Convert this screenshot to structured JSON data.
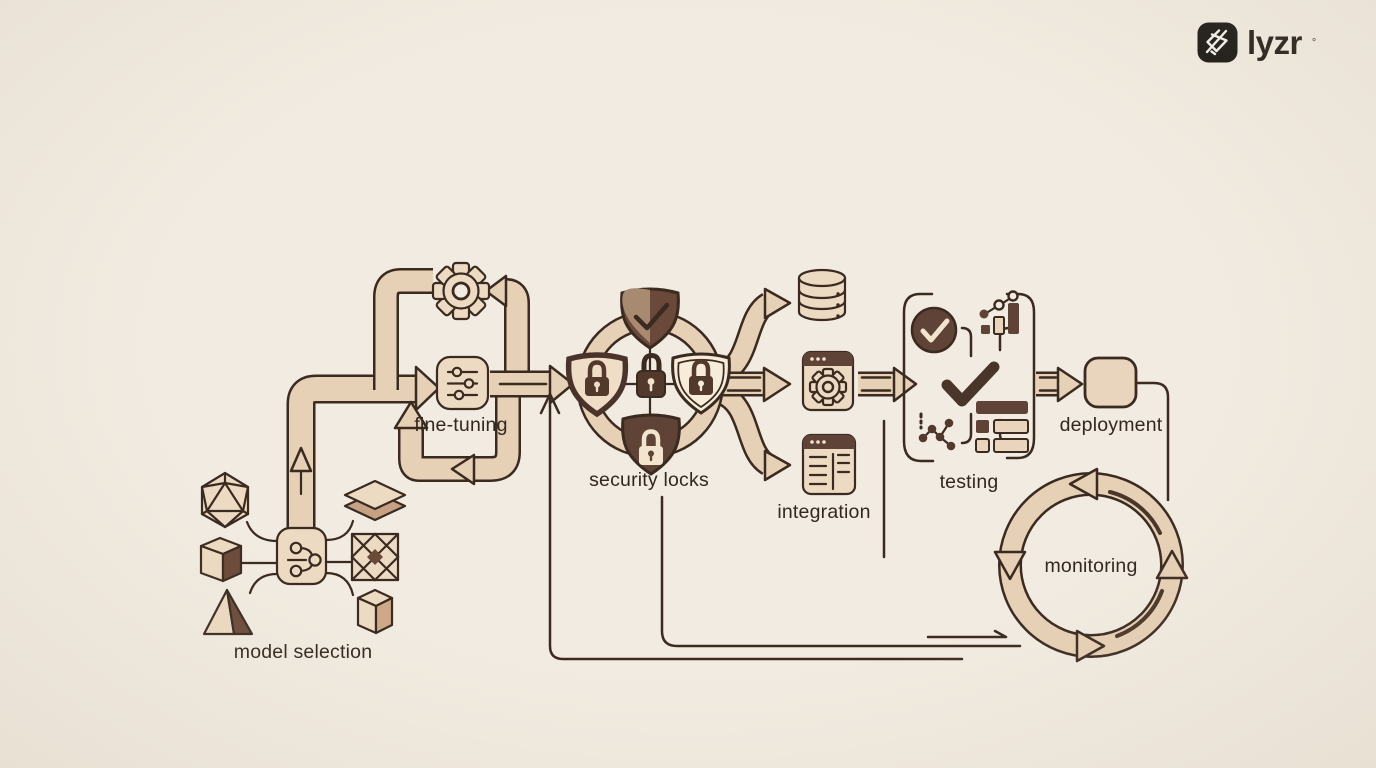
{
  "logo": {
    "text": "lyzr",
    "trademark": "°"
  },
  "stages": [
    {
      "id": "model-selection",
      "label": "model selection",
      "icons": [
        "icosahedron-icon",
        "cube-icon",
        "pyramid-icon",
        "layers-icon",
        "x-square-icon",
        "cube-icon",
        "branch-node-icon"
      ]
    },
    {
      "id": "fine-tuning",
      "label": "fine-tuning",
      "icons": [
        "sliders-box-icon",
        "gear-icon",
        "loop-pipes"
      ]
    },
    {
      "id": "security-locks",
      "label": "security locks",
      "icons": [
        "shield-check-icon",
        "shield-lock-icon",
        "shield-lock-icon",
        "shield-lock-icon",
        "padlock-icon",
        "ring"
      ]
    },
    {
      "id": "integration",
      "label": "integration",
      "icons": [
        "database-icon",
        "gear-window-icon",
        "document-window-icon"
      ]
    },
    {
      "id": "testing",
      "label": "testing",
      "icons": [
        "circle-check-icon",
        "combo-chart-icon",
        "big-check-icon",
        "scatter-graph-icon",
        "checklist-icon"
      ]
    },
    {
      "id": "deployment",
      "label": "deployment",
      "icons": [
        "deploy-box"
      ]
    },
    {
      "id": "monitoring",
      "label": "monitoring",
      "icons": [
        "cycle-ring-icon"
      ]
    }
  ],
  "flow_order": [
    "model selection",
    "fine-tuning",
    "security locks",
    "integration",
    "testing",
    "deployment",
    "monitoring"
  ],
  "colors": {
    "background": "#f1ebe1",
    "pipe_fill": "#e6d0b6",
    "outline": "#3a2a20",
    "dark_brown": "#53392c",
    "panel_fill": "#eddac3",
    "cream": "#f2e4cd",
    "text": "#32281f",
    "logo_black": "#171512"
  }
}
